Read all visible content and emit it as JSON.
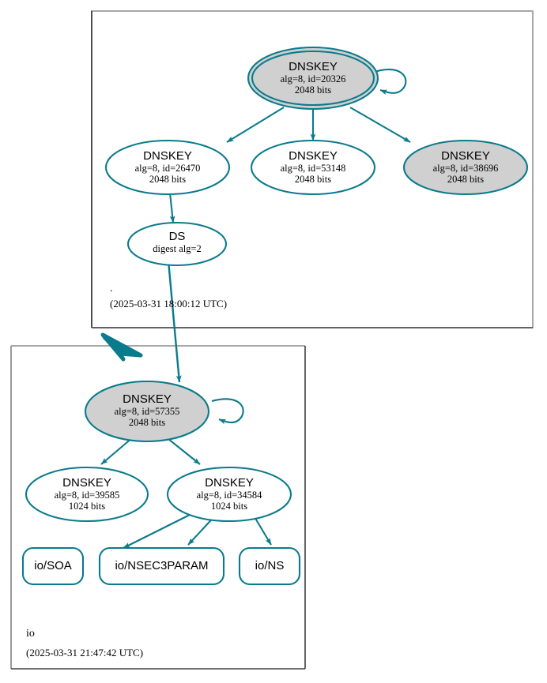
{
  "diagram": {
    "type": "dnssec-authentication-chain",
    "colors": {
      "edge": "#0a7b8c",
      "node_border": "#0a7b8c",
      "node_fill_secure": "#d0d0d0",
      "node_fill_plain": "#ffffff",
      "cluster_border_top": "#a0a0a0",
      "cluster_border_dark": "#404040",
      "text": "#000000",
      "background": "#ffffff"
    }
  },
  "zones": [
    {
      "id": "root",
      "name": ".",
      "timestamp": "(2025-03-31 18:00:12 UTC)",
      "nodes": [
        {
          "id": "ksk-20326",
          "shape": "doubleellipse",
          "fill": "gray",
          "title": "DNSKEY",
          "line2": "alg=8, id=20326",
          "line3": "2048 bits",
          "self_signed": true
        },
        {
          "id": "zsk-26470",
          "shape": "ellipse",
          "fill": "white",
          "title": "DNSKEY",
          "line2": "alg=8, id=26470",
          "line3": "2048 bits",
          "self_signed": false
        },
        {
          "id": "zsk-53148",
          "shape": "ellipse",
          "fill": "white",
          "title": "DNSKEY",
          "line2": "alg=8, id=53148",
          "line3": "2048 bits",
          "self_signed": false
        },
        {
          "id": "zsk-38696",
          "shape": "ellipse",
          "fill": "gray",
          "title": "DNSKEY",
          "line2": "alg=8, id=38696",
          "line3": "2048 bits",
          "self_signed": false
        },
        {
          "id": "ds-node",
          "shape": "ellipse",
          "fill": "white",
          "title": "DS",
          "line2": "digest alg=2",
          "line3": "",
          "self_signed": false
        }
      ]
    },
    {
      "id": "io",
      "name": "io",
      "timestamp": "(2025-03-31 21:47:42 UTC)",
      "nodes": [
        {
          "id": "ksk-57355",
          "shape": "ellipse",
          "fill": "gray",
          "title": "DNSKEY",
          "line2": "alg=8, id=57355",
          "line3": "2048 bits",
          "self_signed": true
        },
        {
          "id": "zsk-39585",
          "shape": "ellipse",
          "fill": "white",
          "title": "DNSKEY",
          "line2": "alg=8, id=39585",
          "line3": "1024 bits",
          "self_signed": false
        },
        {
          "id": "zsk-34584",
          "shape": "ellipse",
          "fill": "white",
          "title": "DNSKEY",
          "line2": "alg=8, id=34584",
          "line3": "1024 bits",
          "self_signed": false
        }
      ],
      "rrsets": [
        {
          "id": "rr-soa",
          "label": "io/SOA"
        },
        {
          "id": "rr-nsec3param",
          "label": "io/NSEC3PARAM"
        },
        {
          "id": "rr-ns",
          "label": "io/NS"
        }
      ]
    }
  ]
}
